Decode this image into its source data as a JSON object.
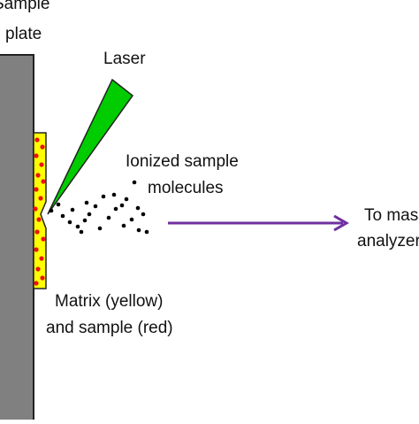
{
  "labels": {
    "sample_plate_line1": "Sample",
    "sample_plate_line2": "plate",
    "laser": "Laser",
    "ionized_line1": "Ionized sample",
    "ionized_line2": "molecules",
    "matrix_line1": "Matrix (yellow)",
    "matrix_line2": "and sample (red)",
    "analyzer_line1": "To mass",
    "analyzer_line2": "analyzer"
  },
  "colors": {
    "plate": "#808080",
    "matrix": "#FFFF00",
    "sample": "#EE1111",
    "laser": "#00CC00",
    "ions": "#000000",
    "arrow": "#7030A0"
  }
}
